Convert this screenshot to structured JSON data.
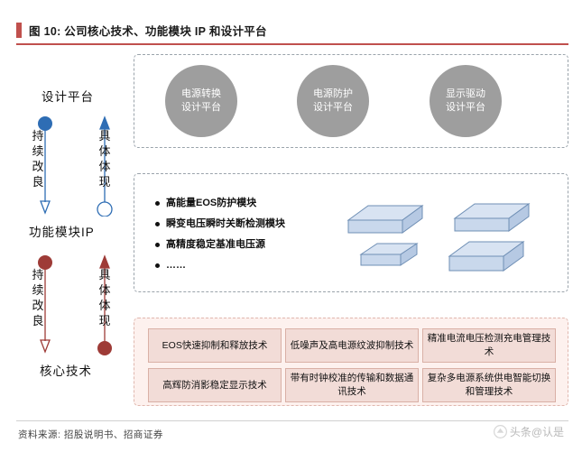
{
  "header": {
    "title": "图 10:  公司核心技术、功能模块 IP 和设计平台",
    "accent_color": "#c0504d"
  },
  "footer": {
    "source": "资料来源:  招股说明书、招商证券",
    "watermark": "头条@认是"
  },
  "diagram": {
    "left_labels": {
      "platform": "设计平台",
      "module": "功能模块IP",
      "core": "核心技术"
    },
    "arrow_labels": {
      "group1": {
        "left": "持续改良",
        "right": "具体体现",
        "left_color": "#4a7ebb",
        "right_color": "#4a7ebb"
      },
      "group2": {
        "left": "持续改良",
        "right": "具体体现",
        "left_color": "#9e3b37",
        "right_color": "#9e3b37"
      }
    },
    "platform_circles": [
      {
        "line1": "电源转换",
        "line2": "设计平台"
      },
      {
        "line1": "电源防护",
        "line2": "设计平台"
      },
      {
        "line1": "显示驱动",
        "line2": "设计平台"
      }
    ],
    "module_bullets": [
      "高能量EOS防护模块",
      "瞬变电压瞬时关断检测模块",
      "高精度稳定基准电压源",
      "……"
    ],
    "core_tech_boxes": [
      "EOS快速抑制和释放技术",
      "低噪声及高电源纹波抑制技术",
      "精准电流电压检测充电管理技术",
      "高辉防消影稳定显示技术",
      "带有时钟校准的传输和数据通讯技术",
      "复杂多电源系统供电智能切换和管理技术"
    ],
    "colors": {
      "circle_fill": "#9e9e9e",
      "box_fill": "#c9d8ec",
      "box_edge": "#6f8fb5",
      "core_panel_fill": "#fdf1ee",
      "core_box_fill": "#f2dcd7",
      "dash_border": "#9aa3ab"
    }
  }
}
